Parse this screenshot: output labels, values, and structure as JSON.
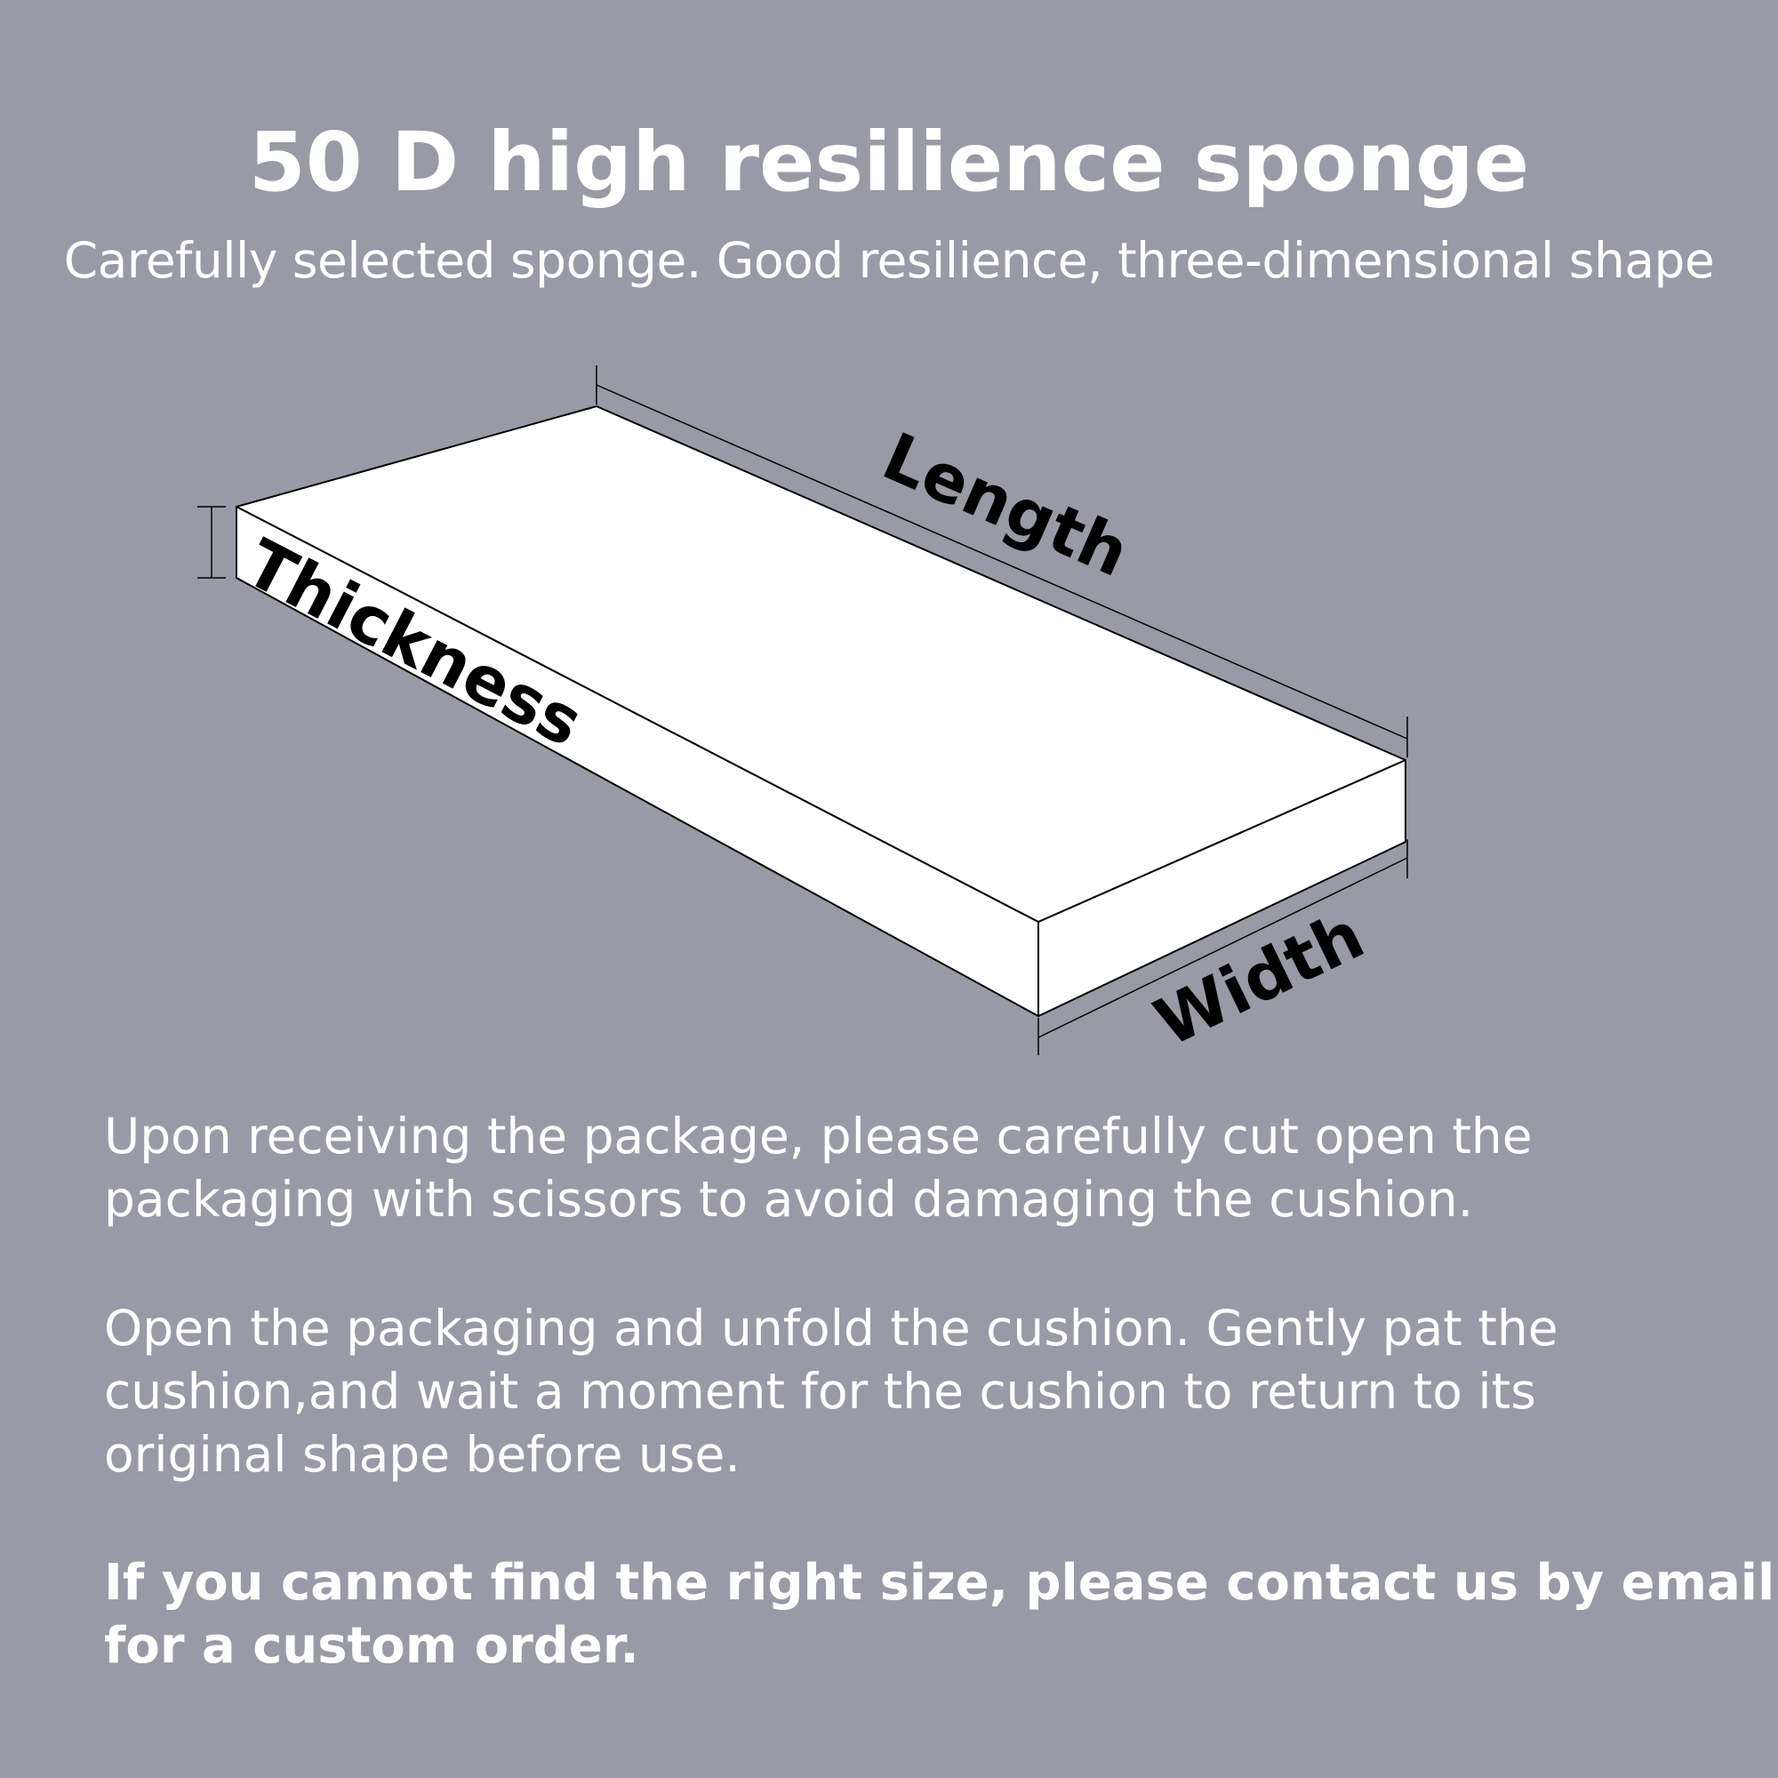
{
  "header": {
    "title": "50 D high resilience sponge",
    "subtitle": "Carefully selected sponge. Good resilience, three-dimensional shape"
  },
  "diagram": {
    "labels": {
      "length": "Length",
      "thickness": "Thickness",
      "width": "Width"
    },
    "colors": {
      "background": "#999aa6",
      "sponge": "#ffffff",
      "outline": "#000000"
    }
  },
  "instructions": {
    "step1": [
      "Upon receiving the package, please carefully cut open the",
      "packaging with scissors to avoid damaging the cushion."
    ],
    "step2": [
      "Open the packaging and unfold the cushion. Gently pat the",
      "cushion,and wait a moment for the cushion to return to its",
      "original shape before use."
    ],
    "contact": [
      "If you cannot find the right size, please contact us by email",
      "for a custom order."
    ]
  }
}
